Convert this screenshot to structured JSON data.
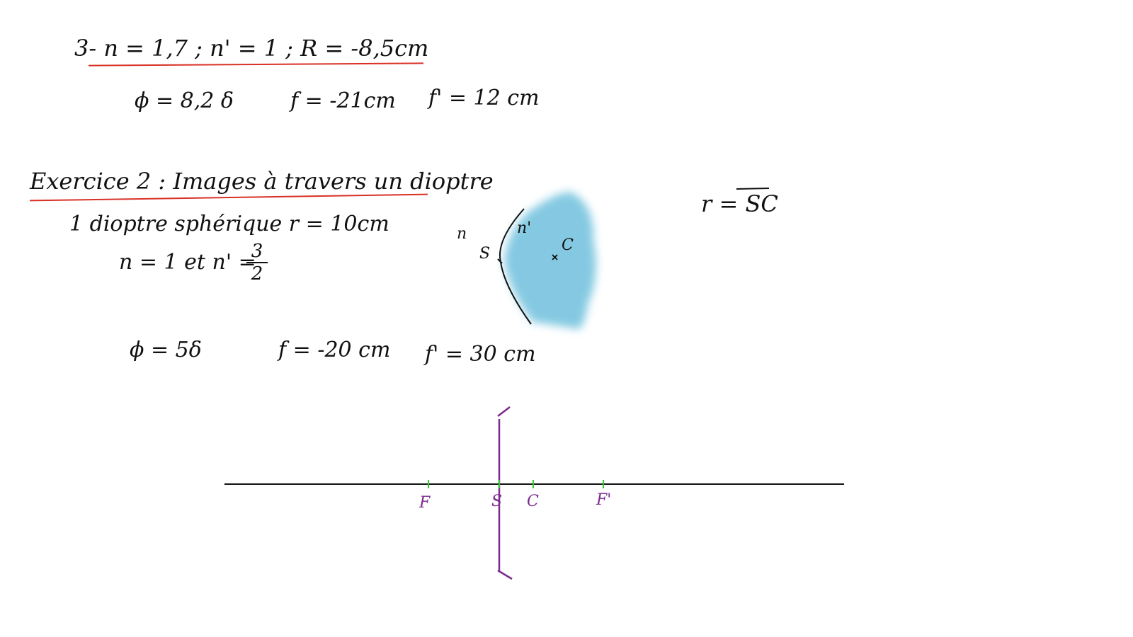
{
  "part3": {
    "heading": "3- n = 1,7 ; n' = 1 ; R = -8,5cm",
    "phi": "ϕ = 8,2 δ",
    "f": "f = -21cm",
    "f_prime": "f' = 12 cm"
  },
  "exercise2": {
    "title": "Exercice 2 : Images à travers un dioptre",
    "line1": "1 dioptre sphérique   r = 10cm",
    "line2_prefix": "n = 1  et  n' =",
    "frac_num": "3",
    "frac_den": "2",
    "phi": "ϕ = 5δ",
    "f": "f = -20 cm",
    "f_prime": "f' = 30 cm"
  },
  "relation": "r = SC",
  "sketch": {
    "label_n": "n",
    "label_n_prime": "n'",
    "label_S": "S",
    "label_C": "C",
    "fill_color": "#5bb8d8"
  },
  "axis": {
    "label_F": "F",
    "label_S": "S",
    "label_C": "C",
    "label_F_prime": "F'",
    "axis_color": "#111111",
    "lens_color": "#7b2a8e",
    "tick_color": "#2ecc2e"
  }
}
